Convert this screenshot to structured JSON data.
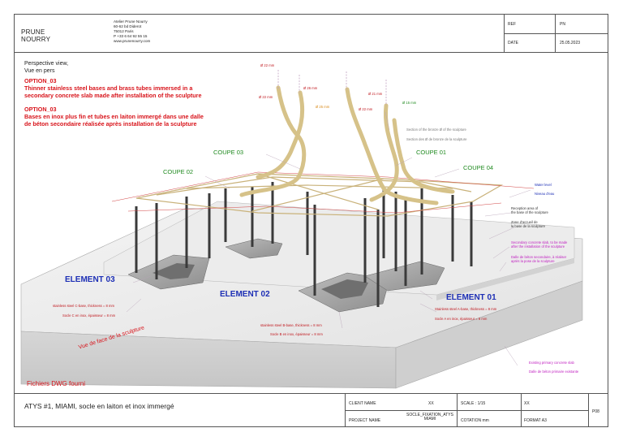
{
  "header": {
    "brand_line1": "PRUNE",
    "brand_line2": "NOURRY",
    "address": [
      "Atelier Prune Nourry",
      "60-62 bd Diderot",
      "75012 Paris",
      "P +33 6 64 92 55 15",
      "www.prunenourry.com"
    ],
    "ref_label": "REF",
    "pn_label": "PN",
    "date_label": "DATE",
    "date_value": "25.05.2023"
  },
  "view_title": [
    "Perspective view,",
    "Vue en pers"
  ],
  "option_en": {
    "title": "OPTION_03",
    "line1": "Thinner stainless steel bases and brass tubes immersed in a",
    "line2": "secondary concrete slab made after installation of the sculpture"
  },
  "option_fr": {
    "title": "OPTION_03",
    "line1": "Bases en inox plus fin et tubes en laiton immergé dans une dalle",
    "line2": "de béton secondaire réalisée après installation de la sculpture"
  },
  "diameters": {
    "d22a": "Ø 22 mm",
    "d26": "Ø 26 mm",
    "d22b": "Ø 22 mm",
    "d21": "Ø 21 mm",
    "d25": "Ø 25 mm",
    "d22c": "Ø 22 mm",
    "d15": "Ø 15 mm"
  },
  "section_notes": {
    "en": "Section of the bronze Ø of the sculpture",
    "fr": "Section des Ø de bronze de la sculpture"
  },
  "coupes": {
    "c01": "COUPE 01",
    "c02": "COUPE 02",
    "c03": "COUPE 03",
    "c04": "COUPE 04"
  },
  "water": {
    "en": "Water level",
    "fr": "Niveau d'eau"
  },
  "reception": {
    "en": [
      "Reception area of",
      "the base of the sculpture"
    ],
    "fr": [
      "Zone d'accueil de",
      "la base de la sculpture"
    ]
  },
  "secondary_slab": {
    "en": [
      "Secondary concrete slab, to be made",
      "after the installation of the sculpture"
    ],
    "fr": [
      "Dalle de béton secondaire, à réaliser",
      "après la pose de la sculpture"
    ]
  },
  "elements": {
    "e01": "ELEMENT 01",
    "e02": "ELEMENT 02",
    "e03": "ELEMENT 03"
  },
  "base_notes": {
    "a_en": "Stainless steel A-base, thickness = 8 mm",
    "a_fr": "Socle A en inox, épaisseur = 8 mm",
    "b_en": "stainless steel B-base, thickness = 8 mm",
    "b_fr": "Socle B en inox, épaisseur = 8 mm",
    "c_en": "stainless steel C-base, thickness = 8 mm",
    "c_fr": "Socle C en inox, épaisseur = 8 mm"
  },
  "front_view": "Vue de face de la sculpture",
  "primary_slab": {
    "en": "Existing primary concrete slab",
    "fr": "Dalle de béton primaire existante"
  },
  "dwg_note": "Fichiers DWG fourni",
  "footer": {
    "title": "ATYS #1, MIAMI, socle en laiton et inox immergé",
    "client_label": "CLIENT NAME",
    "client_value": "XX",
    "project_label": "PROJECT NAME",
    "project_value_1": "SOCLE_FIXATION_ATYS",
    "project_value_2": "MIAMI",
    "scale_label": "SCALE : 1/15",
    "scale_value": "XX",
    "cotation": "COTATION mm",
    "format": "FORMAT A3",
    "page": "P08"
  },
  "colors": {
    "accent_red": "#d8141b",
    "element_blue": "#1d2fb5",
    "coupe_green": "#1f8a1f",
    "note_magenta": "#c020c0",
    "brass": "#c9b27a"
  }
}
